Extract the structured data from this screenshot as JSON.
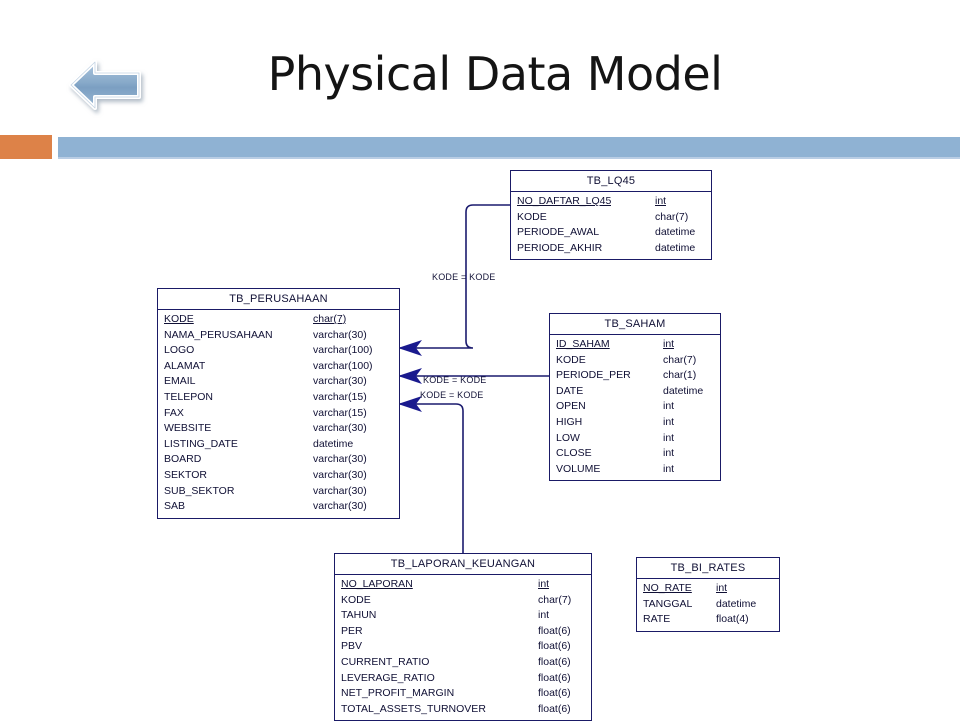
{
  "slide": {
    "title": "Physical Data Model",
    "back_arrow_icon": "back-arrow-icon",
    "accent_orange": "#dd8248",
    "accent_blue": "#8fb2d3",
    "title_color": "#141414"
  },
  "diagram": {
    "type": "entity-relationship",
    "border_color": "#1a1a66",
    "connector_color": "#1a1a6e",
    "entities": [
      {
        "id": "tb-lq45",
        "name": "TB_LQ45",
        "fields": [
          {
            "name": "NO_DAFTAR_LQ45",
            "type": "int",
            "pk": true
          },
          {
            "name": "KODE",
            "type": "char(7)",
            "pk": false
          },
          {
            "name": "PERIODE_AWAL",
            "type": "datetime",
            "pk": false
          },
          {
            "name": "PERIODE_AKHIR",
            "type": "datetime",
            "pk": false
          }
        ]
      },
      {
        "id": "tb-perusahaan",
        "name": "TB_PERUSAHAAN",
        "fields": [
          {
            "name": "KODE",
            "type": "char(7)",
            "pk": true
          },
          {
            "name": "NAMA_PERUSAHAAN",
            "type": "varchar(30)",
            "pk": false
          },
          {
            "name": "LOGO",
            "type": "varchar(100)",
            "pk": false
          },
          {
            "name": "ALAMAT",
            "type": "varchar(100)",
            "pk": false
          },
          {
            "name": "EMAIL",
            "type": "varchar(30)",
            "pk": false
          },
          {
            "name": "TELEPON",
            "type": "varchar(15)",
            "pk": false
          },
          {
            "name": "FAX",
            "type": "varchar(15)",
            "pk": false
          },
          {
            "name": "WEBSITE",
            "type": "varchar(30)",
            "pk": false
          },
          {
            "name": "LISTING_DATE",
            "type": "datetime",
            "pk": false
          },
          {
            "name": "BOARD",
            "type": "varchar(30)",
            "pk": false
          },
          {
            "name": "SEKTOR",
            "type": "varchar(30)",
            "pk": false
          },
          {
            "name": "SUB_SEKTOR",
            "type": "varchar(30)",
            "pk": false
          },
          {
            "name": "SAB",
            "type": "varchar(30)",
            "pk": false
          }
        ]
      },
      {
        "id": "tb-saham",
        "name": "TB_SAHAM",
        "fields": [
          {
            "name": "ID_SAHAM",
            "type": "int",
            "pk": true
          },
          {
            "name": "KODE",
            "type": "char(7)",
            "pk": false
          },
          {
            "name": "PERIODE_PER",
            "type": "char(1)",
            "pk": false
          },
          {
            "name": "DATE",
            "type": "datetime",
            "pk": false
          },
          {
            "name": "OPEN",
            "type": "int",
            "pk": false
          },
          {
            "name": "HIGH",
            "type": "int",
            "pk": false
          },
          {
            "name": "LOW",
            "type": "int",
            "pk": false
          },
          {
            "name": "CLOSE",
            "type": "int",
            "pk": false
          },
          {
            "name": "VOLUME",
            "type": "int",
            "pk": false
          }
        ]
      },
      {
        "id": "tb-laporan",
        "name": "TB_LAPORAN_KEUANGAN",
        "fields": [
          {
            "name": "NO_LAPORAN",
            "type": "int",
            "pk": true
          },
          {
            "name": "KODE",
            "type": "char(7)",
            "pk": false
          },
          {
            "name": "TAHUN",
            "type": "int",
            "pk": false
          },
          {
            "name": "PER",
            "type": "float(6)",
            "pk": false
          },
          {
            "name": "PBV",
            "type": "float(6)",
            "pk": false
          },
          {
            "name": "CURRENT_RATIO",
            "type": "float(6)",
            "pk": false
          },
          {
            "name": "LEVERAGE_RATIO",
            "type": "float(6)",
            "pk": false
          },
          {
            "name": "NET_PROFIT_MARGIN",
            "type": "float(6)",
            "pk": false
          },
          {
            "name": "TOTAL_ASSETS_TURNOVER",
            "type": "float(6)",
            "pk": false
          }
        ]
      },
      {
        "id": "tb-bi-rates",
        "name": "TB_BI_RATES",
        "fields": [
          {
            "name": "NO_RATE",
            "type": "int",
            "pk": true
          },
          {
            "name": "TANGGAL",
            "type": "datetime",
            "pk": false
          },
          {
            "name": "RATE",
            "type": "float(4)",
            "pk": false
          }
        ]
      }
    ],
    "relationships": [
      {
        "id": "rel-lq45",
        "label": "KODE = KODE",
        "from": "TB_LQ45",
        "to": "TB_PERUSAHAAN"
      },
      {
        "id": "rel-saham",
        "label": "KODE = KODE",
        "from": "TB_SAHAM",
        "to": "TB_PERUSAHAAN"
      },
      {
        "id": "rel-laporan",
        "label": "KODE = KODE",
        "from": "TB_LAPORAN_KEUANGAN",
        "to": "TB_PERUSAHAAN"
      }
    ]
  }
}
